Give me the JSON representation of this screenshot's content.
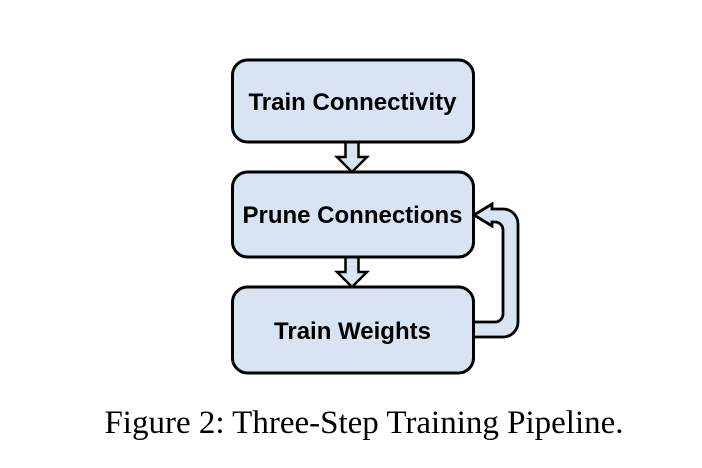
{
  "figure": {
    "caption": "Figure 2: Three-Step Training Pipeline.",
    "type": "flowchart",
    "nodes": [
      {
        "id": "train-connectivity",
        "label": "Train Connectivity"
      },
      {
        "id": "prune-connections",
        "label": "Prune Connections"
      },
      {
        "id": "train-weights",
        "label": "Train Weights"
      }
    ],
    "edges": [
      {
        "from": "train-connectivity",
        "to": "prune-connections",
        "style": "block-arrow-down"
      },
      {
        "from": "prune-connections",
        "to": "train-weights",
        "style": "block-arrow-down"
      },
      {
        "from": "train-weights",
        "to": "prune-connections",
        "style": "feedback-loop-right-block-arrow"
      }
    ],
    "colors": {
      "node_fill": "#d9e4f2",
      "node_stroke": "#000000",
      "text": "#000000",
      "background": "#ffffff"
    }
  }
}
